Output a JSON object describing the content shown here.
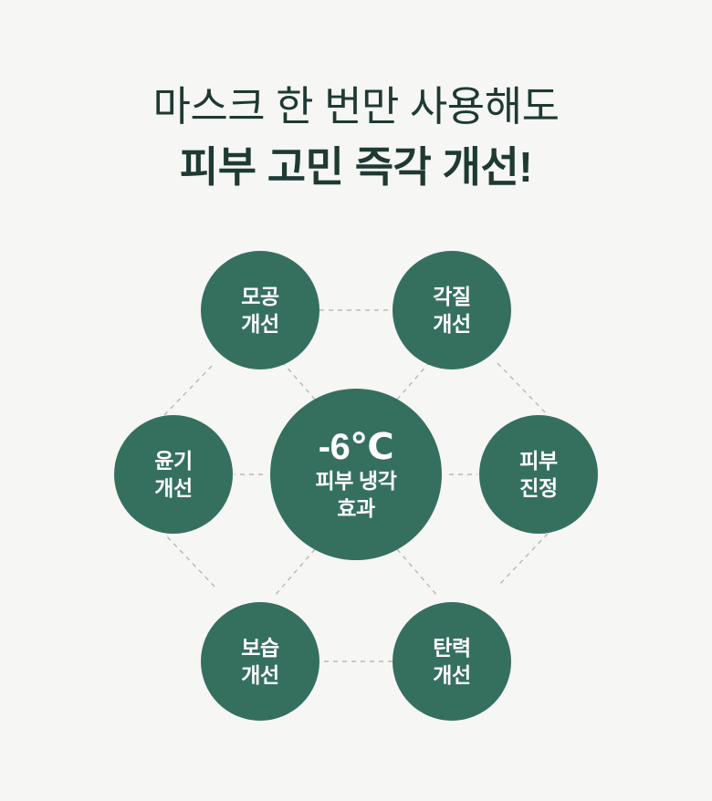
{
  "headline": {
    "line1": "마스크 한 번만 사용해도",
    "line2": "피부 고민 즉각 개선!"
  },
  "colors": {
    "background": "#f6f6f5",
    "circle_green": "#35705f",
    "heading_text": "#1e3a32",
    "circle_text": "#ffffff",
    "connector_line": "#b8b8b8"
  },
  "diagram": {
    "type": "hub-and-spoke-hexagon",
    "hub": {
      "value": "-6℃",
      "line1": "피부 냉각",
      "line2": "효과"
    },
    "satellites": [
      {
        "position": "top-left",
        "line1": "모공",
        "line2": "개선"
      },
      {
        "position": "top-right",
        "line1": "각질",
        "line2": "개선"
      },
      {
        "position": "left",
        "line1": "윤기",
        "line2": "개선"
      },
      {
        "position": "right",
        "line1": "피부",
        "line2": "진정"
      },
      {
        "position": "bottom-left",
        "line1": "보습",
        "line2": "개선"
      },
      {
        "position": "bottom-right",
        "line1": "탄력",
        "line2": "개선"
      }
    ]
  }
}
